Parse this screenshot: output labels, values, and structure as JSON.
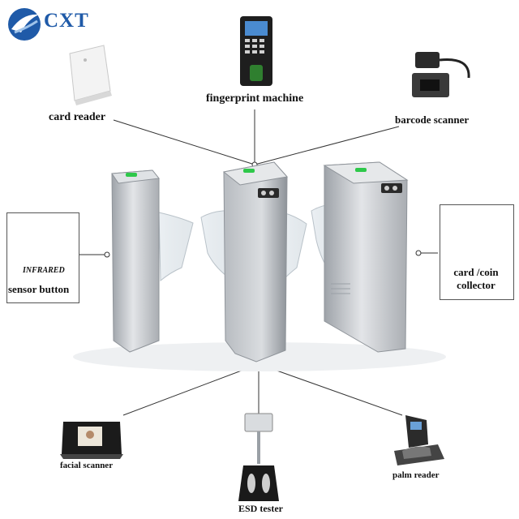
{
  "brand": {
    "name": "CXT",
    "color": "#1f5aa8"
  },
  "peripherals": {
    "card_reader": "card reader",
    "fingerprint_machine": "fingerprint machine",
    "barcode_scanner": "barcode scanner",
    "sensor_button_line1": "INFRARED",
    "sensor_button_line2": "sensor button",
    "card_coin_line1": "card /coin",
    "card_coin_line2": "collector",
    "facial_scanner": "facial scanner",
    "esd_tester": "ESD tester",
    "palm_reader": "palm reader"
  },
  "colors": {
    "steel": "#c9ccd0",
    "steel_dark": "#8f949a",
    "line": "#333333",
    "indicator": "#2ec84a"
  }
}
